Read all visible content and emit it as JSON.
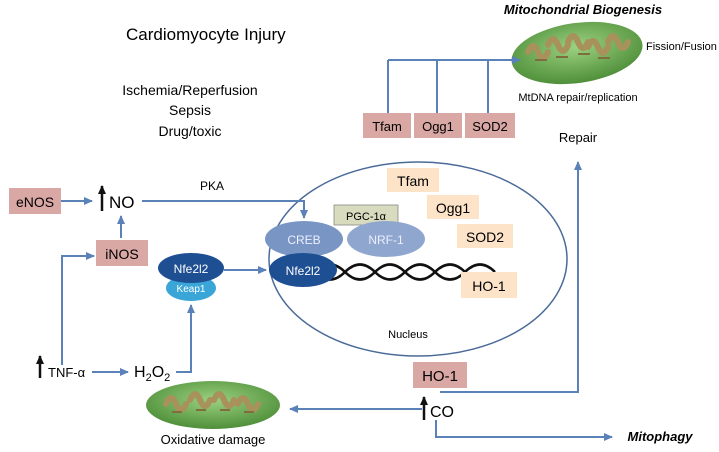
{
  "title": "Cardiomyocyte Injury",
  "causes": [
    "Ischemia/Reperfusion",
    "Sepsis",
    "Drug/toxic"
  ],
  "mito_biogenesis": {
    "title": "Mitochondrial Biogenesis",
    "fission_fusion": "Fission/Fusion",
    "mtdna": "MtDNA repair/replication",
    "genes": [
      "Tfam",
      "Ogg1",
      "SOD2"
    ]
  },
  "repair": "Repair",
  "nos": {
    "enos": "eNOS",
    "inos": "iNOS",
    "no": "NO",
    "pka": "PKA"
  },
  "nucleus": {
    "label": "Nucleus",
    "pgc": "PGC-1α",
    "creb": "CREB",
    "nrf1": "NRF-1",
    "nfe2l2_bound": "Nfe2l2",
    "targets": [
      "Tfam",
      "Ogg1",
      "SOD2",
      "HO-1"
    ]
  },
  "keap": {
    "nfe2l2": "Nfe2l2",
    "keap1": "Keap1"
  },
  "tnf": "TNF-α",
  "h2o2": {
    "main": "H",
    "sub1": "2",
    "mid": "O",
    "sub2": "2"
  },
  "ho1": "HO-1",
  "co": "CO",
  "oxidative": "Oxidative damage",
  "mitophagy": "Mitophagy",
  "colors": {
    "arrow": "#5b82b8",
    "pink_box": "#d9a7a4",
    "peach_box": "#fde3c8",
    "pgc_box": "#d9dbbf",
    "creb": "#7895c4",
    "nfe2l2": "#1e4f92",
    "keap1": "#3aa6d8",
    "mito_green": "#6aa84f",
    "mito_inner": "#a8915a"
  }
}
